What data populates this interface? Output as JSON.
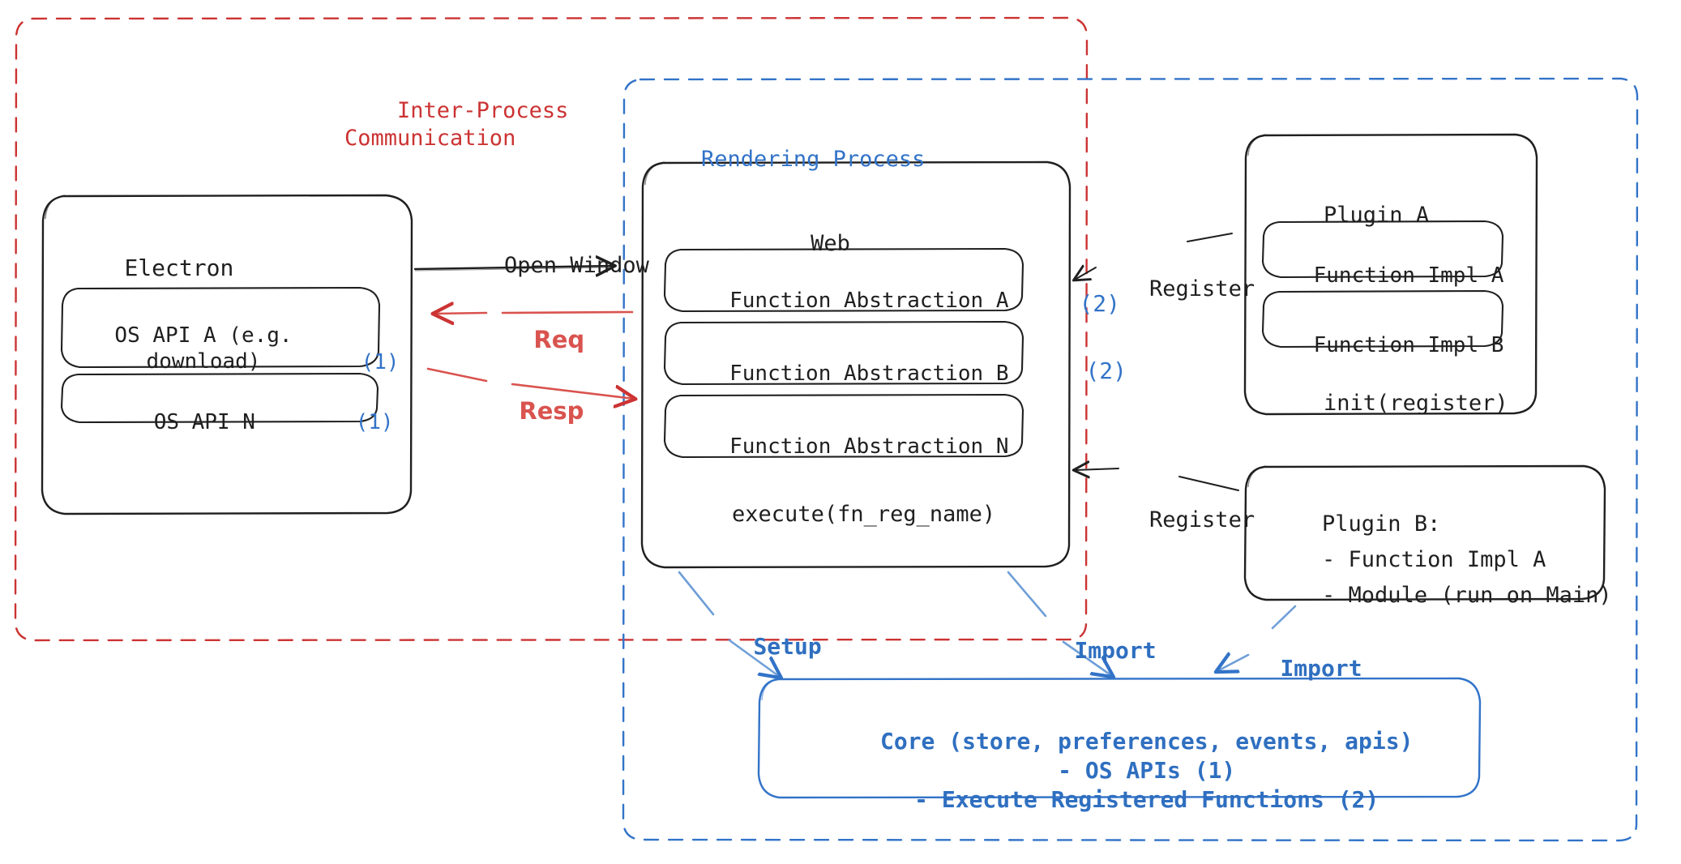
{
  "diagram": {
    "title": "Electron plugin architecture",
    "colors": {
      "ipc_red": "#cc3333",
      "process_blue": "#3273c8",
      "core_blue": "#2f6fc0",
      "stroke_dark": "#1f1f1f",
      "background": "#ffffff"
    },
    "groups": [
      {
        "id": "ipc",
        "label": "Inter-Process\nCommunication",
        "style": "dashed",
        "color": "#cc3333"
      },
      {
        "id": "rendering",
        "label": "Rendering Process",
        "style": "dashed",
        "color": "#3273c8"
      }
    ],
    "boxes": {
      "electron": {
        "title": "Electron",
        "items": [
          {
            "label": "OS API A (e.g.\ndownload)",
            "tag": "(1)"
          },
          {
            "label": "OS API N",
            "tag": "(1)"
          }
        ]
      },
      "web": {
        "title": "Web",
        "items": [
          {
            "label": "Function Abstraction A",
            "tag": "(2)"
          },
          {
            "label": "Function Abstraction B",
            "tag": "(2)"
          },
          {
            "label": "Function Abstraction N",
            "tag": ""
          }
        ],
        "footer": "execute(fn_reg_name)"
      },
      "plugin_a": {
        "title": "Plugin A",
        "items": [
          {
            "label": "Function Impl A"
          },
          {
            "label": "Function Impl B"
          }
        ],
        "footer": "init(register)"
      },
      "plugin_b": {
        "lines": [
          "Plugin B:",
          "- Function Impl A",
          "- Module (run on Main)"
        ]
      },
      "core": {
        "lines": [
          "Core (store, preferences, events, apis)",
          "- OS APIs (1)",
          "- Execute Registered Functions (2)"
        ]
      }
    },
    "edges": [
      {
        "id": "open-window",
        "label": "Open Window",
        "color": "#1f1f1f",
        "from": "electron",
        "to": "web"
      },
      {
        "id": "req",
        "label": "Req",
        "color": "#cc3333",
        "from": "web",
        "to": "electron"
      },
      {
        "id": "resp",
        "label": "Resp",
        "color": "#cc3333",
        "from": "electron",
        "to": "web"
      },
      {
        "id": "register-a",
        "label": "Register",
        "color": "#1f1f1f",
        "from": "plugin_a",
        "to": "web"
      },
      {
        "id": "register-b",
        "label": "Register",
        "color": "#1f1f1f",
        "from": "plugin_b",
        "to": "web"
      },
      {
        "id": "setup",
        "label": "Setup",
        "color": "#3273c8",
        "from": "web",
        "to": "core"
      },
      {
        "id": "import-web",
        "label": "Import",
        "color": "#3273c8",
        "from": "web",
        "to": "core"
      },
      {
        "id": "import-plugin",
        "label": "Import",
        "color": "#3273c8",
        "from": "plugin_b",
        "to": "core"
      }
    ]
  }
}
